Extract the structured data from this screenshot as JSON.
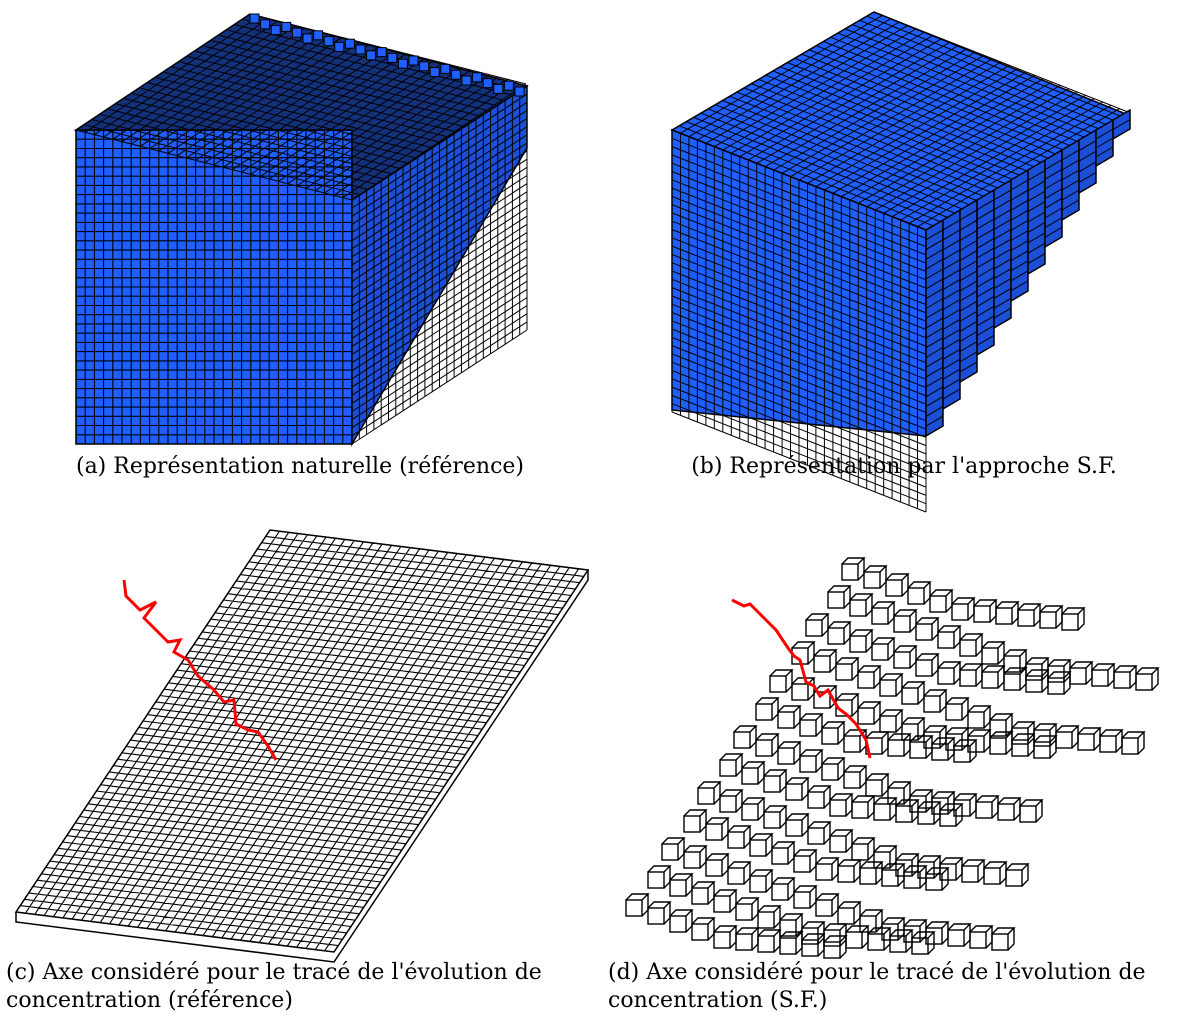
{
  "figure": {
    "panels": [
      {
        "id": "a",
        "caption": "(a) Représentation naturelle (référence)"
      },
      {
        "id": "b",
        "caption": "(b) Représentation par l'approche S.F."
      },
      {
        "id": "c",
        "caption_line1": "(c) Axe considéré pour le tracé de l'évolution de",
        "caption_line2": "concentration (référence)"
      },
      {
        "id": "d",
        "caption_line1": "(d) Axe considéré pour le tracé de l'évolution de",
        "caption_line2": "concentration (S.F.)"
      }
    ],
    "colors": {
      "cube_fill": "#1f5fff",
      "cube_fill_dark": "#1a4fd6",
      "grid_line": "#000000",
      "path_line": "#ff0000"
    }
  }
}
